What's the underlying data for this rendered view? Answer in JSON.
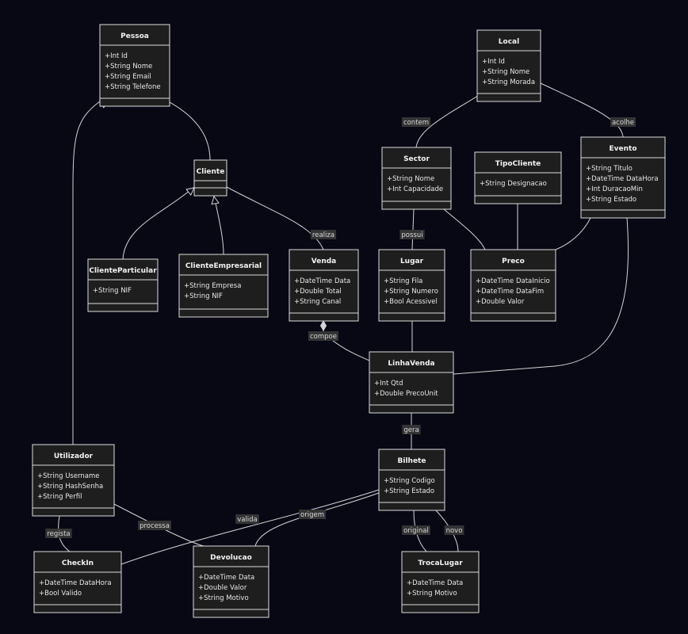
{
  "classes": {
    "pessoa": {
      "name": "Pessoa",
      "attributes": [
        "+Int Id",
        "+String Nome",
        "+String Email",
        "+String Telefone"
      ]
    },
    "local": {
      "name": "Local",
      "attributes": [
        "+Int Id",
        "+String Nome",
        "+String Morada"
      ]
    },
    "cliente": {
      "name": "Cliente",
      "attributes": []
    },
    "sector": {
      "name": "Sector",
      "attributes": [
        "+String Nome",
        "+Int Capacidade"
      ]
    },
    "tipocliente": {
      "name": "TipoCliente",
      "attributes": [
        "+String Designacao"
      ]
    },
    "evento": {
      "name": "Evento",
      "attributes": [
        "+String Titulo",
        "+DateTime DataHora",
        "+Int DuracaoMin",
        "+String Estado"
      ]
    },
    "clienteparticular": {
      "name": "ClienteParticular",
      "attributes": [
        "+String NIF"
      ]
    },
    "clienteempresarial": {
      "name": "ClienteEmpresarial",
      "attributes": [
        "+String Empresa",
        "+String NIF"
      ]
    },
    "venda": {
      "name": "Venda",
      "attributes": [
        "+DateTime Data",
        "+Double Total",
        "+String Canal"
      ]
    },
    "lugar": {
      "name": "Lugar",
      "attributes": [
        "+String Fila",
        "+String Numero",
        "+Bool Acessivel"
      ]
    },
    "preco": {
      "name": "Preco",
      "attributes": [
        "+DateTime DataInicio",
        "+DateTime DataFim",
        "+Double Valor"
      ]
    },
    "linhavenda": {
      "name": "LinhaVenda",
      "attributes": [
        "+Int Qtd",
        "+Double PrecoUnit"
      ]
    },
    "utilizador": {
      "name": "Utilizador",
      "attributes": [
        "+String Username",
        "+String HashSenha",
        "+String Perfil"
      ]
    },
    "bilhete": {
      "name": "Bilhete",
      "attributes": [
        "+String Codigo",
        "+String Estado"
      ]
    },
    "checkin": {
      "name": "CheckIn",
      "attributes": [
        "+DateTime DataHora",
        "+Bool Valido"
      ]
    },
    "devolucao": {
      "name": "Devolucao",
      "attributes": [
        "+DateTime Data",
        "+Double Valor",
        "+String Motivo"
      ]
    },
    "trocalugar": {
      "name": "TrocaLugar",
      "attributes": [
        "+DateTime Data",
        "+String Motivo"
      ]
    }
  },
  "labels": {
    "contem": "contem",
    "acolhe": "acolhe",
    "possui": "possui",
    "realiza": "realiza",
    "compoe": "compoe",
    "gera": "gera",
    "valida": "valida",
    "origem": "origem",
    "processa": "processa",
    "regista": "regista",
    "original": "original",
    "novo": "novo"
  },
  "colors": {
    "background": "#070814",
    "box": "#1e1e1e",
    "line": "#d4d4d4",
    "label_bg": "#343434"
  }
}
